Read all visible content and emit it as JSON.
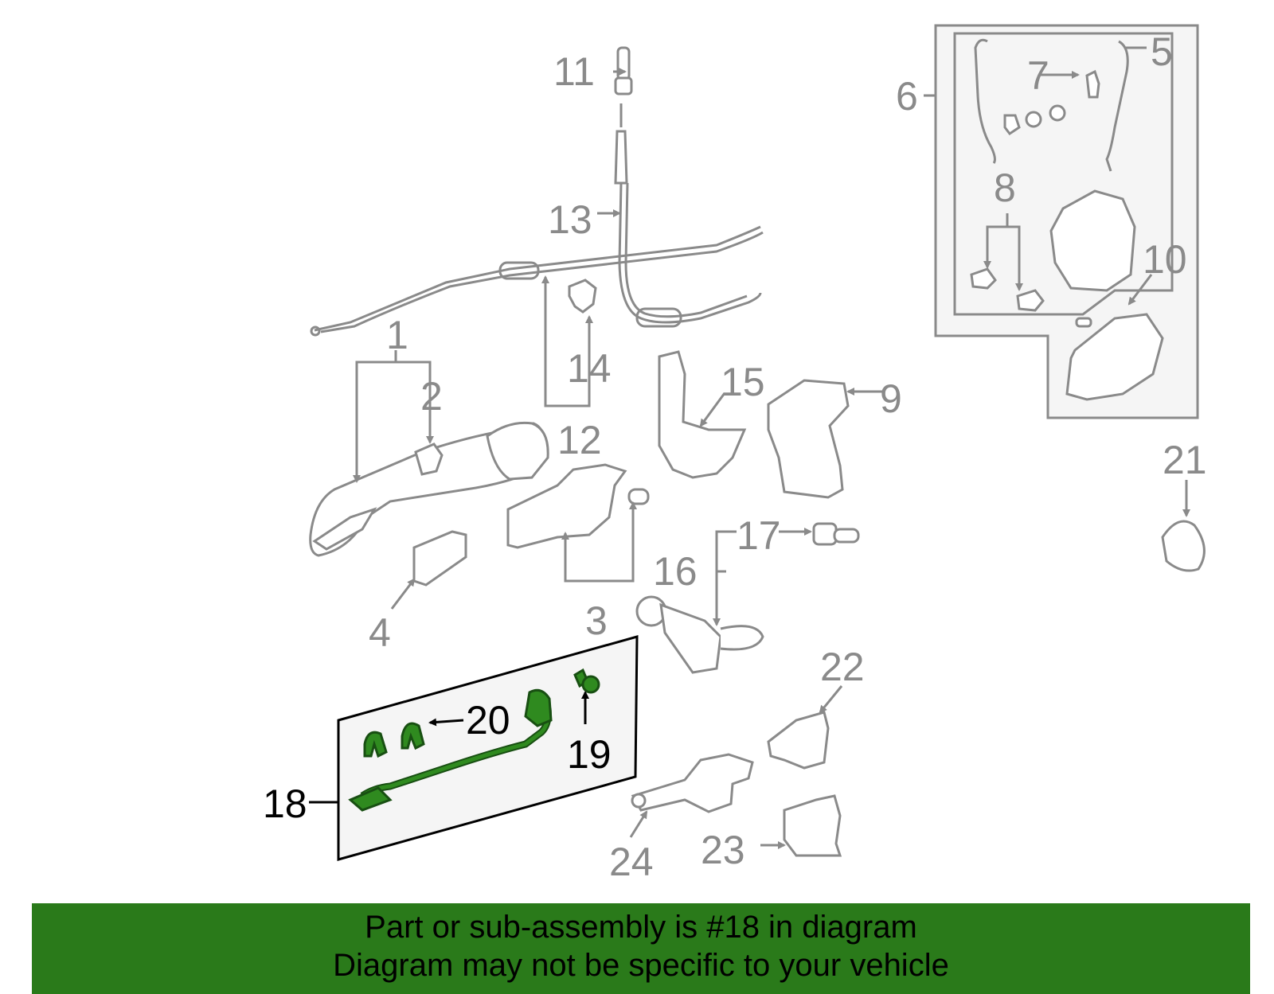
{
  "callouts": {
    "n1": "1",
    "n2": "2",
    "n3": "3",
    "n4": "4",
    "n5": "5",
    "n6": "6",
    "n7": "7",
    "n8": "8",
    "n9": "9",
    "n10": "10",
    "n11": "11",
    "n12": "12",
    "n13": "13",
    "n14": "14",
    "n15": "15",
    "n16": "16",
    "n17": "17",
    "n18": "18",
    "n19": "19",
    "n20": "20",
    "n21": "21",
    "n22": "22",
    "n23": "23",
    "n24": "24"
  },
  "banner": {
    "line1": "Part or sub-assembly is #18 in diagram",
    "line2": "Diagram may not be specific to your vehicle"
  },
  "colors": {
    "banner_bg": "#2a7a1a",
    "highlight": "#2f8a1f",
    "part_stroke": "#8a8a8a",
    "label_gray": "#8a8a8a"
  }
}
